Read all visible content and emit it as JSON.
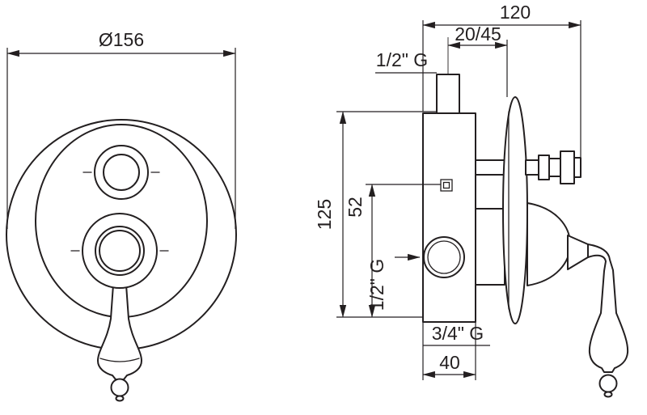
{
  "colors": {
    "line": "#231f20",
    "background": "#ffffff"
  },
  "front_view": {
    "diameter_label": "Ø156"
  },
  "side_view": {
    "overall_width_label": "120",
    "projection_label": "20/45",
    "top_inlet_label": "1/2\" G",
    "height_label": "125",
    "port_offset_label": "52",
    "side_port_label": "1/2\" G",
    "bottom_outlet_label": "3/4\" G",
    "body_depth_label": "40"
  }
}
